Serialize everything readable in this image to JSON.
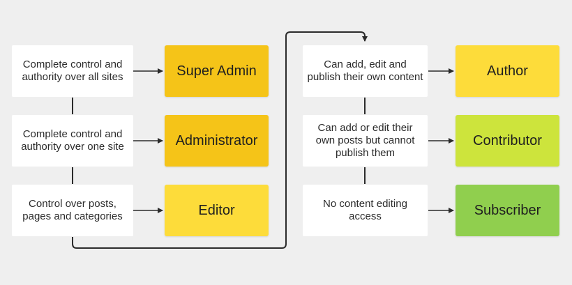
{
  "left_column": [
    {
      "description": "Complete control and authority over all sites",
      "role": "Super Admin",
      "color": "#f5c418"
    },
    {
      "description": "Complete control and authority over one site",
      "role": "Administrator",
      "color": "#f5c418"
    },
    {
      "description": "Control over posts, pages and categories",
      "role": "Editor",
      "color": "#fddc3a"
    }
  ],
  "right_column": [
    {
      "description": "Can add, edit and publish their own content",
      "role": "Author",
      "color": "#fddc3a"
    },
    {
      "description": "Can add or edit their own posts but cannot publish them",
      "role": "Contributor",
      "color": "#cde43c"
    },
    {
      "description": "No content editing access",
      "role": "Subscriber",
      "color": "#90cf4e"
    }
  ],
  "connector_color": "#2b2b2b",
  "background_color": "#efefef"
}
